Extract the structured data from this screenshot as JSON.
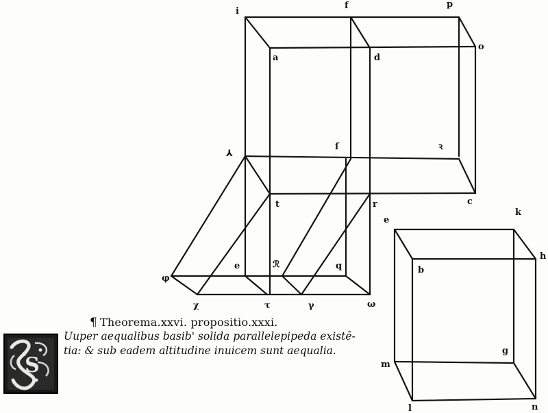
{
  "caption": {
    "heading": "Theorema.xxvi. propositio.xxxi.",
    "pilcrow": "¶",
    "line1": "Uuper aequalibus basib' solida parallelepipeda existē-",
    "line2": "tia: & sub eadem altitudine inuicem sunt aequalia."
  },
  "initial_letter": "S",
  "labels": {
    "i": "i",
    "f": "f",
    "p": "p",
    "o": "o",
    "a": "a",
    "d": "d",
    "s": "ſ",
    "r_top": "ꝛ",
    "lam": "⅄",
    "c": "c",
    "t": "t",
    "r": "r",
    "e_right": "e",
    "k": "k",
    "h": "h",
    "b": "b",
    "g": "g",
    "m": "m",
    "l": "l",
    "n": "n",
    "phi": "φ",
    "e_left": "e",
    "rhox": "ℛ",
    "q": "q",
    "chi": "χ",
    "tau": "τ",
    "psi": "γ",
    "omega": "ω"
  },
  "icons": [
    "decorated-initial-icon",
    "pilcrow-icon"
  ]
}
